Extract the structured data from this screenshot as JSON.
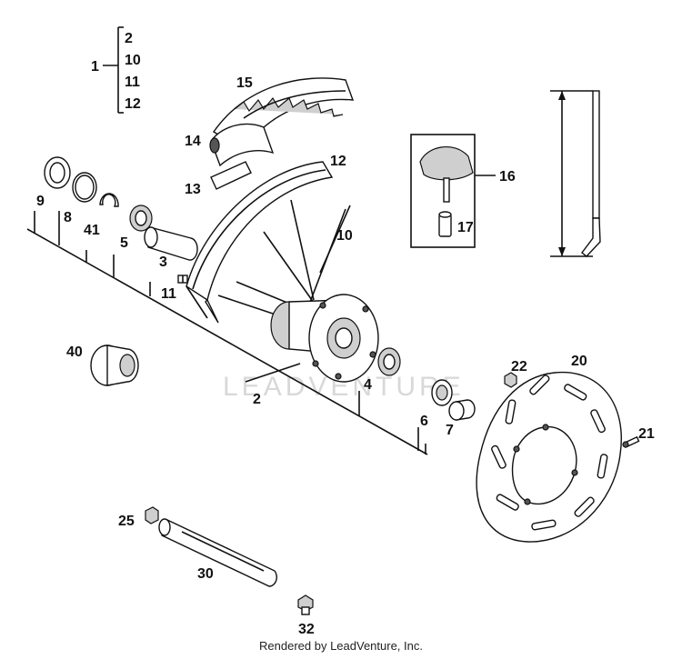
{
  "watermark": "LEADVENTURE",
  "footer": "Rendered by LeadVenture, Inc.",
  "group": {
    "label": "1",
    "items": [
      "2",
      "10",
      "11",
      "12"
    ]
  },
  "callouts": {
    "c2": "2",
    "c3": "3",
    "c4": "4",
    "c5": "5",
    "c6": "6",
    "c7": "7",
    "c8": "8",
    "c9": "9",
    "c10": "10",
    "c11": "11",
    "c12": "12",
    "c13": "13",
    "c14": "14",
    "c15": "15",
    "c16": "16",
    "c17": "17",
    "c20": "20",
    "c21": "21",
    "c22": "22",
    "c25": "25",
    "c30": "30",
    "c32": "32",
    "c40": "40",
    "c41": "41"
  }
}
